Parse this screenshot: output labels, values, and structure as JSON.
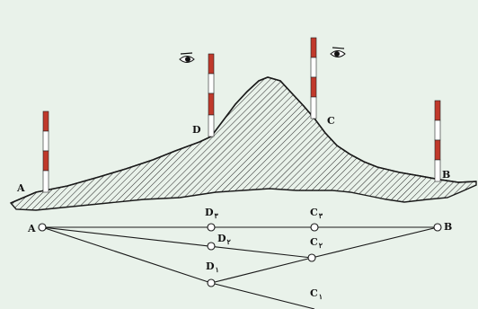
{
  "colors": {
    "background": "#e9f2ea",
    "pole_red": "#c0392b",
    "pole_white": "#ffffff",
    "ink": "#1a1a1a"
  },
  "icons": [
    "eye-icon",
    "eye-icon"
  ],
  "profile": {
    "labels": {
      "A": "A",
      "B": "B",
      "C": "C",
      "D": "D"
    }
  },
  "plan": {
    "labels": {
      "A": "A",
      "B": "B",
      "D": "D",
      "C": "C",
      "sub1": "۱",
      "sub2": "۲",
      "sub3": "۳"
    }
  }
}
